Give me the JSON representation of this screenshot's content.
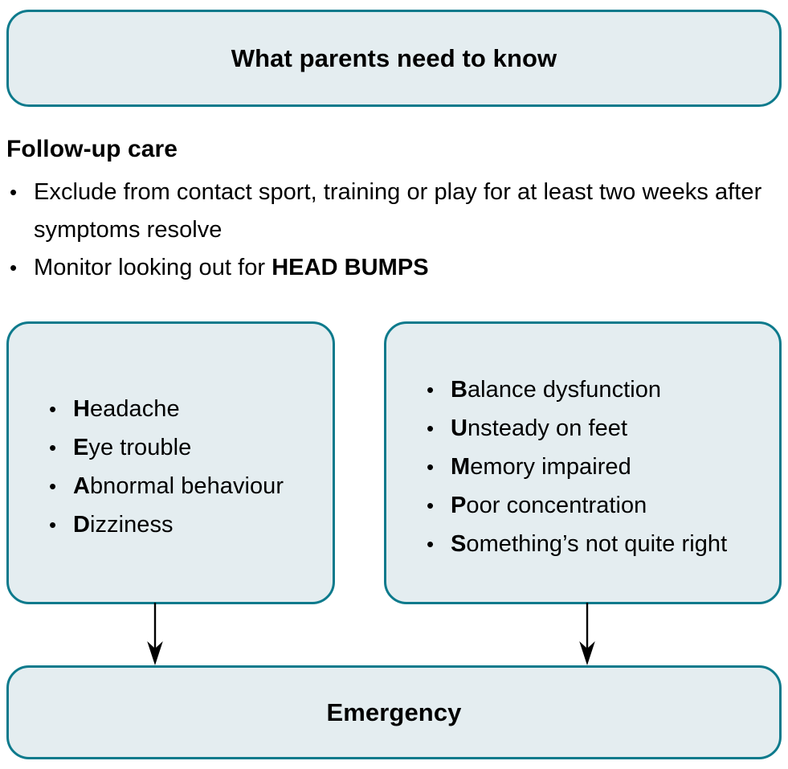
{
  "colors": {
    "panel_fill": "#e4edf0",
    "panel_border": "#0d7a8c",
    "text": "#000000",
    "page_background": "#ffffff",
    "arrow": "#000000"
  },
  "header": {
    "title": "What parents need to know"
  },
  "followup": {
    "heading": "Follow-up care",
    "bullets": [
      {
        "text_before": "Exclude from contact sport, training or play for at least two weeks after symptoms resolve",
        "emphasis": "",
        "text_after": ""
      },
      {
        "text_before": "Monitor looking out for ",
        "emphasis": "HEAD BUMPS",
        "text_after": ""
      }
    ]
  },
  "head_panel": {
    "acronym": "HEAD",
    "items": [
      {
        "initial": "H",
        "rest": "eadache"
      },
      {
        "initial": "E",
        "rest": "ye trouble"
      },
      {
        "initial": "A",
        "rest": "bnormal behaviour"
      },
      {
        "initial": "D",
        "rest": "izziness"
      }
    ]
  },
  "bumps_panel": {
    "acronym": "BUMPS",
    "items": [
      {
        "initial": "B",
        "rest": "alance dysfunction"
      },
      {
        "initial": "U",
        "rest": "nsteady on feet"
      },
      {
        "initial": "M",
        "rest": "emory impaired"
      },
      {
        "initial": "P",
        "rest": "oor concentration"
      },
      {
        "initial": "S",
        "rest": "omething’s not quite right"
      }
    ]
  },
  "arrows": [
    {
      "name": "head-to-emergency",
      "from": "head_panel",
      "to": "emergency_panel",
      "direction": "down"
    },
    {
      "name": "bumps-to-emergency",
      "from": "bumps_panel",
      "to": "emergency_panel",
      "direction": "down"
    }
  ],
  "emergency": {
    "title": "Emergency"
  }
}
